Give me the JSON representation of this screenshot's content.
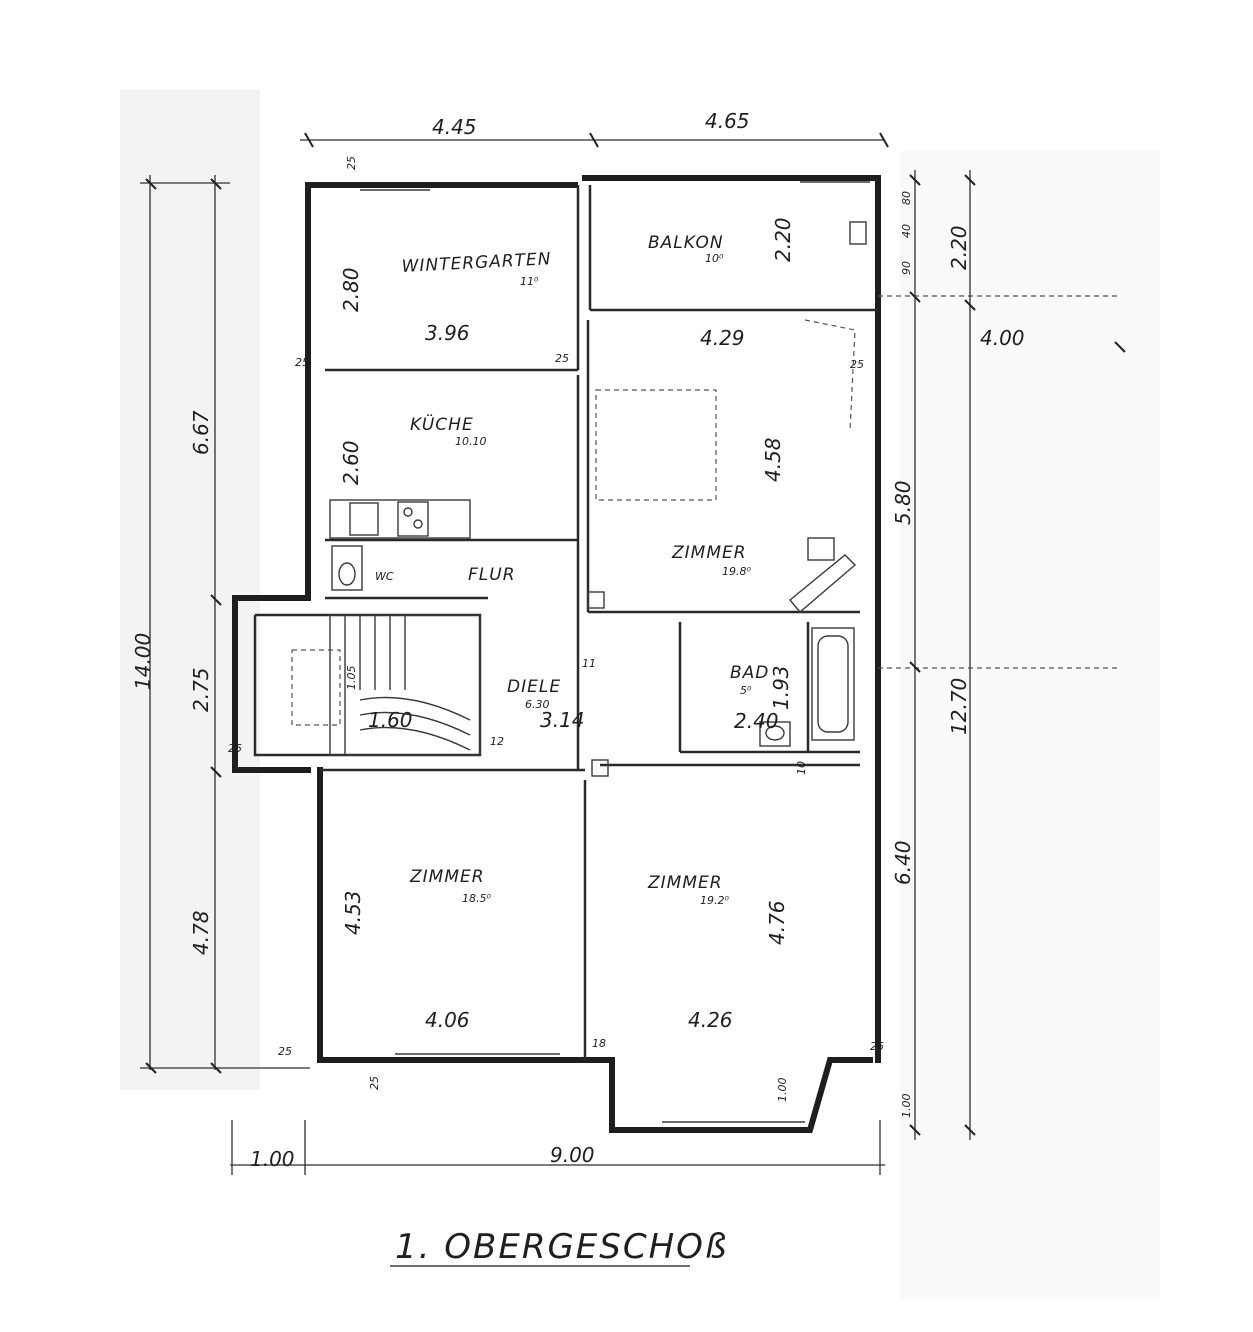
{
  "title": "1. OBERGESCHOß",
  "rooms": {
    "wintergarten": {
      "name": "WINTERGARTEN",
      "area": "11⁰"
    },
    "balkon": {
      "name": "BALKON",
      "area": "10⁰"
    },
    "kueche": {
      "name": "KÜCHE",
      "area": "10.10"
    },
    "flur": {
      "name": "FLUR"
    },
    "wc": {
      "name": "WC"
    },
    "zimmer_ne": {
      "name": "ZIMMER",
      "area": "19.8⁰"
    },
    "diele": {
      "name": "DIELE",
      "area": "6.30"
    },
    "bad": {
      "name": "BAD",
      "area": "5⁰"
    },
    "zimmer_sw": {
      "name": "ZIMMER",
      "area": "18.5⁰"
    },
    "zimmer_se": {
      "name": "ZIMMER",
      "area": "19.2⁰"
    }
  },
  "dims": {
    "top_left": "4.45",
    "top_right": "4.65",
    "bottom_main": "9.00",
    "bottom_left": "1.00",
    "left_total": "14.00",
    "left_upper": "6.67",
    "left_mid": "2.75",
    "left_lower": "4.78",
    "right_upper": "2.20",
    "right_mid_a": "4.00",
    "right_mid_b": "5.80",
    "right_total": "12.70",
    "right_lower": "6.40",
    "right_bay": "1.00",
    "right_small_a": "90",
    "right_small_b": "40",
    "right_small_c": "80",
    "wg_height": "2.80",
    "wg_width": "3.96",
    "ku_height": "2.60",
    "balkon_height": "2.20",
    "zne_width": "4.29",
    "zne_height": "4.58",
    "bad_height": "1.93",
    "bad_width": "2.40",
    "diele_width": "3.14",
    "stair_width": "1.60",
    "stair_height": "1.05",
    "zsw_height": "4.53",
    "zsw_width": "4.06",
    "zse_height": "4.76",
    "zse_width": "4.26",
    "bay_depth": "1.00",
    "w25": "25",
    "w18": "18",
    "w12": "12",
    "w10": "10",
    "w11": "11"
  }
}
